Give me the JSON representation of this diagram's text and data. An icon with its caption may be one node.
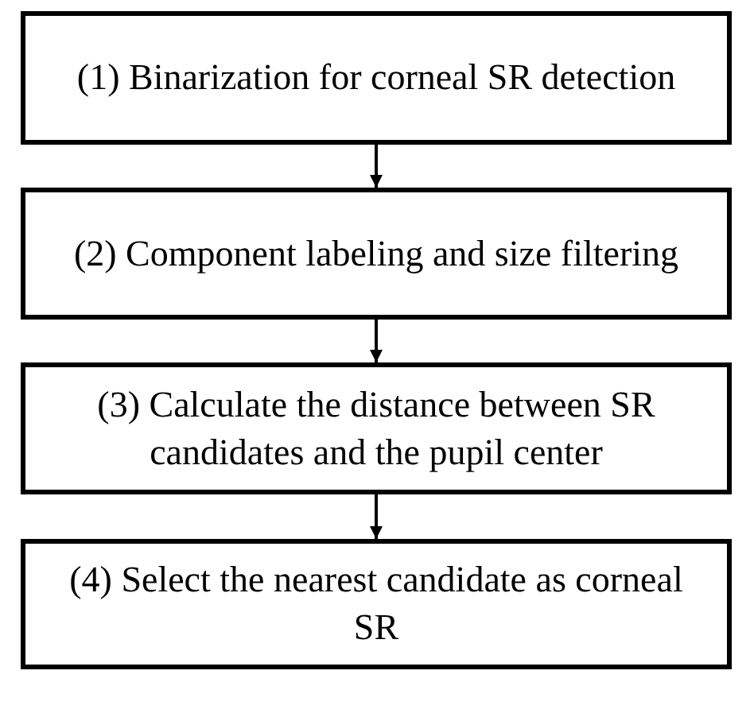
{
  "diagram": {
    "nodes": [
      {
        "text": [
          "(1) Binarization for corneal SR detection"
        ]
      },
      {
        "text": [
          "(2) Component labeling and size filtering"
        ]
      },
      {
        "text": [
          "(3) Calculate the distance between SR candidates and the pupil center"
        ]
      },
      {
        "text": [
          "(4) Select the nearest candidate as corneal SR"
        ]
      }
    ],
    "edges": [
      {
        "from": 0,
        "to": 1,
        "arrow": "to"
      },
      {
        "from": 1,
        "to": 2,
        "arrow": "to"
      },
      {
        "from": 2,
        "to": 3,
        "arrow": "to"
      }
    ]
  }
}
